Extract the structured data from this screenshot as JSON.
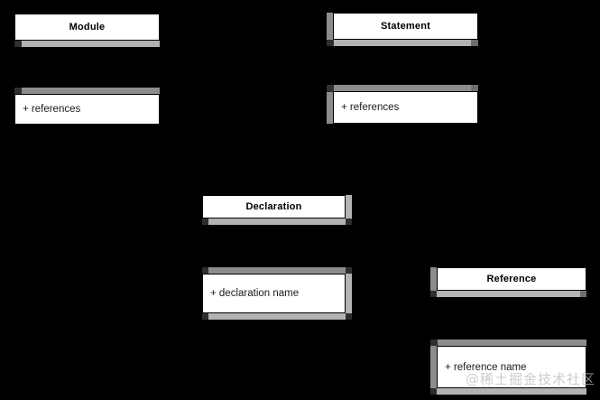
{
  "diagram": {
    "type": "uml-class-diagram",
    "background_color": "#000000",
    "panel_color": "#ffffff",
    "chrome_color": "#b3b3b3",
    "chrome_dark_color": "#8c8c8c",
    "text_color": "#000000",
    "classes": [
      {
        "id": "module",
        "name": "Module",
        "attributes": [
          {
            "visibility": "+",
            "label": "+ references"
          }
        ]
      },
      {
        "id": "statement",
        "name": "Statement",
        "attributes": [
          {
            "visibility": "+",
            "label": "+ references"
          }
        ]
      },
      {
        "id": "declaration",
        "name": "Declaration",
        "attributes": [
          {
            "visibility": "+",
            "label": "+ declaration name"
          }
        ]
      },
      {
        "id": "reference",
        "name": "Reference",
        "attributes": [
          {
            "visibility": "+",
            "label": "+ reference name"
          }
        ]
      }
    ]
  },
  "watermark": {
    "text": "@稀土掘金技术社区"
  }
}
